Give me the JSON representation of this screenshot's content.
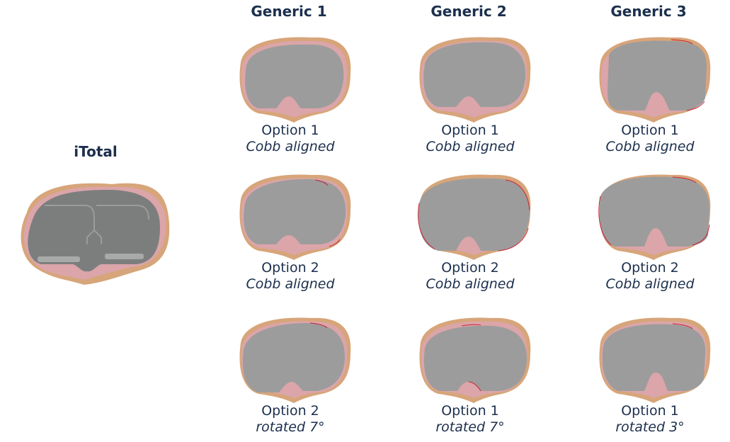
{
  "itotal": {
    "title": "iTotal"
  },
  "columns": [
    "Generic 1",
    "Generic 2",
    "Generic 3"
  ],
  "rows": [
    [
      {
        "option": "Option 1",
        "note": "Cobb aligned"
      },
      {
        "option": "Option 1",
        "note": "Cobb aligned"
      },
      {
        "option": "Option 1",
        "note": "Cobb aligned"
      }
    ],
    [
      {
        "option": "Option 2",
        "note": "Cobb aligned"
      },
      {
        "option": "Option 2",
        "note": "Cobb aligned"
      },
      {
        "option": "Option 2",
        "note": "Cobb aligned"
      }
    ],
    [
      {
        "option": "Option 2",
        "note": "rotated 7°"
      },
      {
        "option": "Option 1",
        "note": "rotated 7°"
      },
      {
        "option": "Option 1",
        "note": "rotated 3°"
      }
    ]
  ],
  "colors": {
    "bone": "#d7a57a",
    "cartilage": "#dba5aa",
    "implant": "#9c9c9c",
    "implant_dark": "#7c7e7e",
    "overhang": "#cc2233",
    "text": "#1c2f4d"
  }
}
